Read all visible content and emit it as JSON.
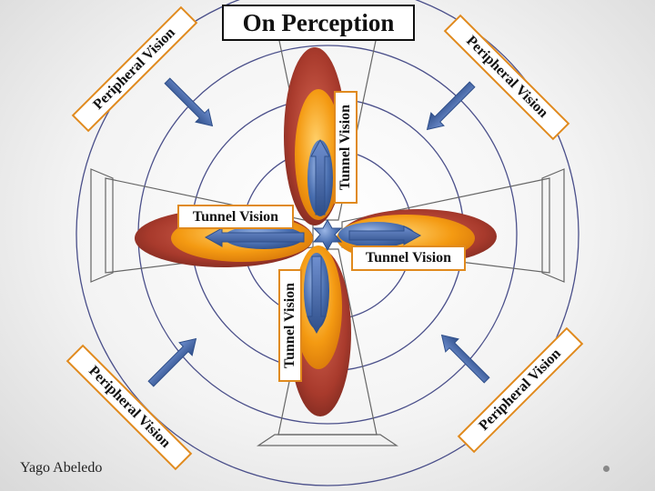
{
  "title": "On Perception",
  "tunnel_label": "Tunnel Vision",
  "peripheral_label": "Peripheral Vision",
  "author": "Yago Abeledo",
  "colors": {
    "ring": "#4a4f8a",
    "outer_ellipse": "#a83a2c",
    "inner_ellipse": "#f08a00",
    "core_ellipse": "#4a6fb0",
    "arrow": "#3f5f9e",
    "label_border": "#e08a1e",
    "star": "#4a6fb0"
  },
  "icons": [
    "star-icon",
    "arrow-icon"
  ]
}
